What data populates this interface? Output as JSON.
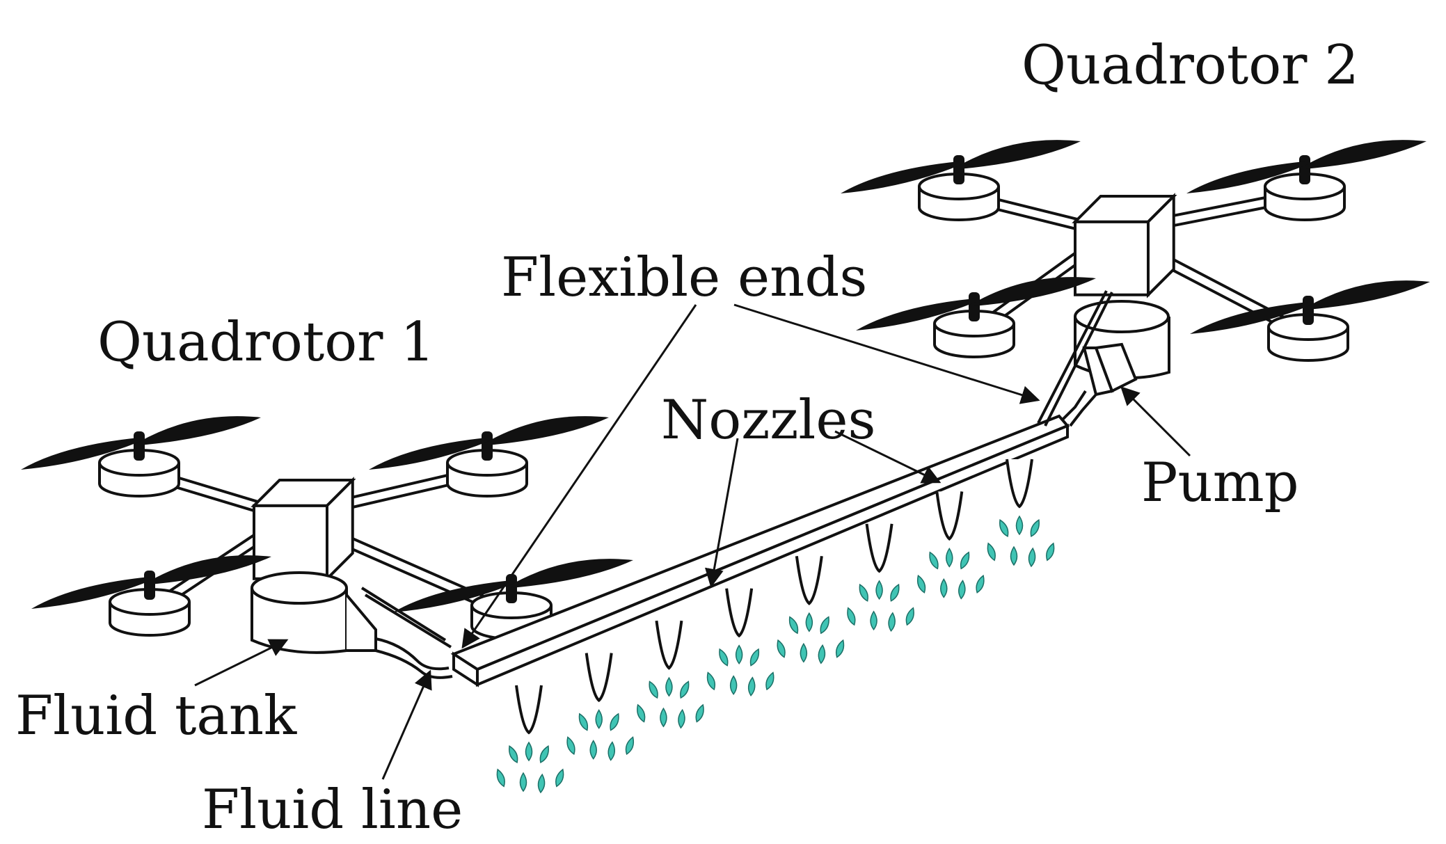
{
  "labels": {
    "quadrotor_1": "Quadrotor 1",
    "quadrotor_2": "Quadrotor 2",
    "flexible_ends": "Flexible ends",
    "nozzles": "Nozzles",
    "pump": "Pump",
    "fluid_tank": "Fluid tank",
    "fluid_line": "Fluid line"
  },
  "colors": {
    "line": "#111111",
    "blade": "#111111",
    "body_fill": "#ffffff",
    "spray": "#40c4b4"
  },
  "nozzle_count": 8
}
